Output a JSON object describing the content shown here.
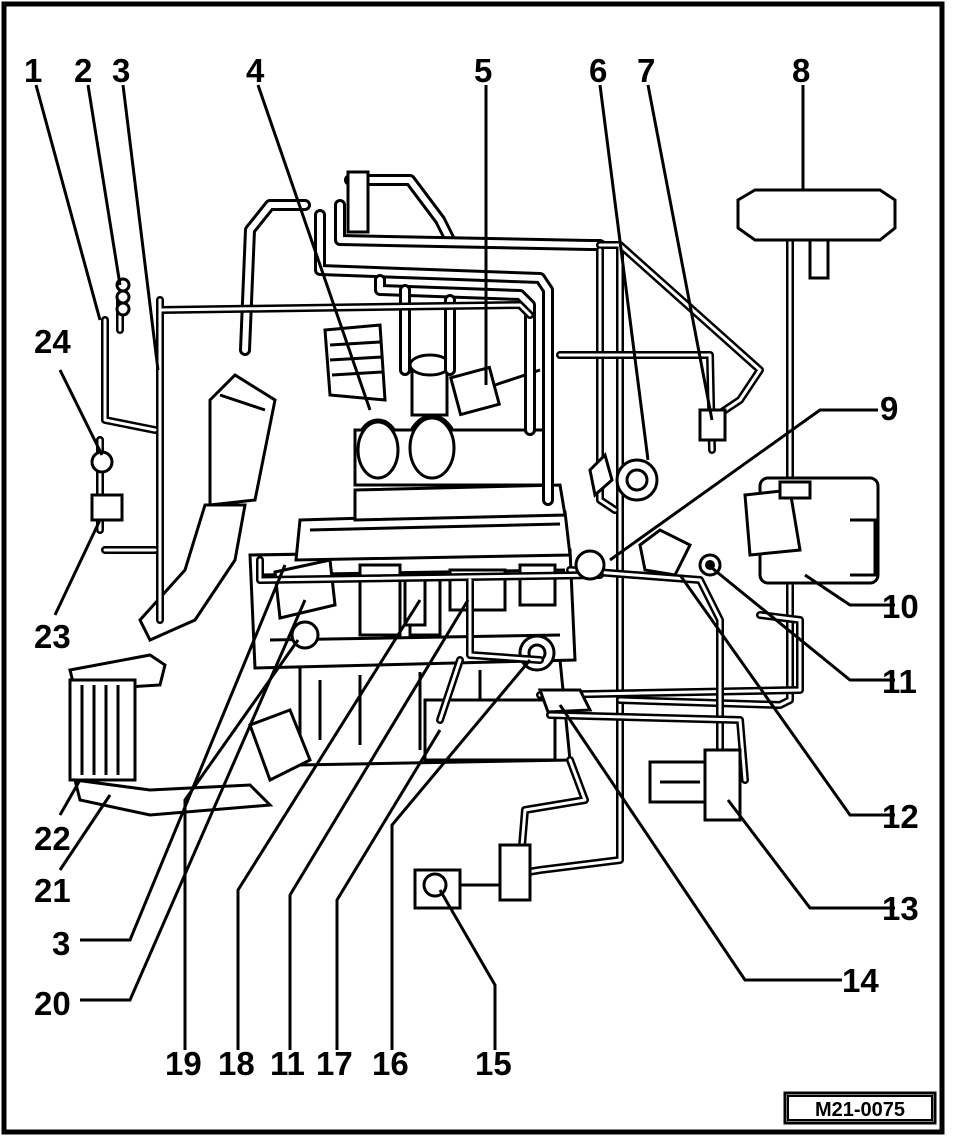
{
  "labels": {
    "c1": "1",
    "c2": "2",
    "c3": "3",
    "c4": "4",
    "c5": "5",
    "c6": "6",
    "c7": "7",
    "c8": "8",
    "c9": "9",
    "c10": "10",
    "c11": "11",
    "c12": "12",
    "c13": "13",
    "c14": "14",
    "c15": "15",
    "c16": "16",
    "c17": "17",
    "c18": "18",
    "c19": "19",
    "c20": "20",
    "c21": "21",
    "c22": "22",
    "c23": "23",
    "c24": "24",
    "c3b": "3",
    "c11b": "11"
  },
  "reference": "M21-0075"
}
